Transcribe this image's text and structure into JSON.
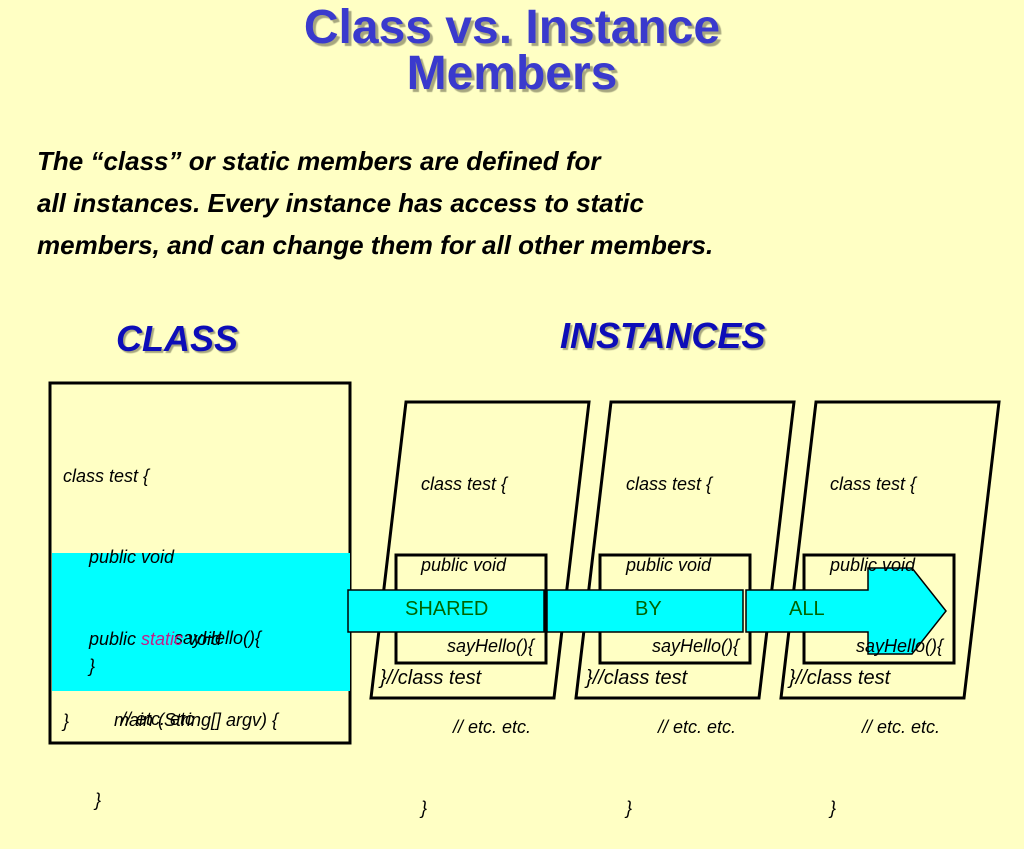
{
  "title": {
    "line1": "Class vs. Instance",
    "line2": "Members"
  },
  "intro": {
    "line1": "The “class” or static  members are defined for",
    "line2": "all instances.  Every instance has access to static",
    "line3": "members, and can change them for all other members."
  },
  "headings": {
    "class": "CLASS",
    "instances": "INSTANCES"
  },
  "class_box": {
    "line1": "class test {",
    "line2": "public void",
    "line3": "sayHello(){",
    "line4": "// etc. etc",
    "line5": "}",
    "static_prefix": "public ",
    "static_keyword": "static",
    "static_suffix": " void",
    "main_line": "main (String[] argv) {",
    "main_close": "}",
    "close": "}"
  },
  "instance_box": {
    "line1": "class test {",
    "line2": "public void",
    "line3": "sayHello(){",
    "line4": "// etc. etc.",
    "line5": "}",
    "footer": "}//class test"
  },
  "arrow_labels": {
    "a": "SHARED",
    "b": "BY",
    "c": "ALL"
  },
  "colors": {
    "background": "#ffffc4",
    "title": "#3a3acd",
    "heading": "#0d0db8",
    "shared_band": "#00ffff",
    "arrow_text": "#006400",
    "static_keyword": "#c0208a"
  }
}
